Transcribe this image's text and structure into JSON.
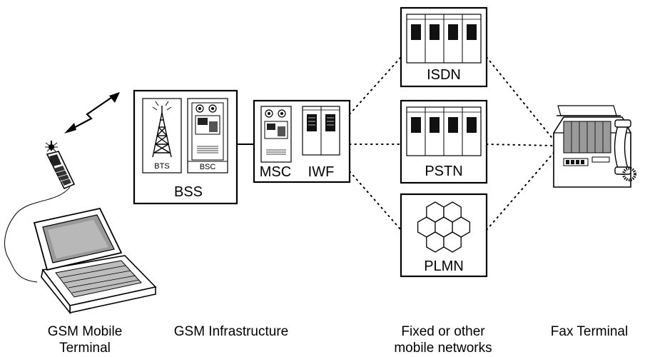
{
  "nodes": {
    "bss": "BSS",
    "bts": "BTS",
    "bsc": "BSC",
    "msc": "MSC",
    "iwf": "IWF",
    "isdn": "ISDN",
    "pstn": "PSTN",
    "plmn": "PLMN"
  },
  "captions": {
    "mobile_terminal_line1": "GSM Mobile",
    "mobile_terminal_line2": "Terminal",
    "infrastructure": "GSM Infrastructure",
    "networks_line1": "Fixed or other",
    "networks_line2": "mobile networks",
    "fax": "Fax Terminal"
  }
}
